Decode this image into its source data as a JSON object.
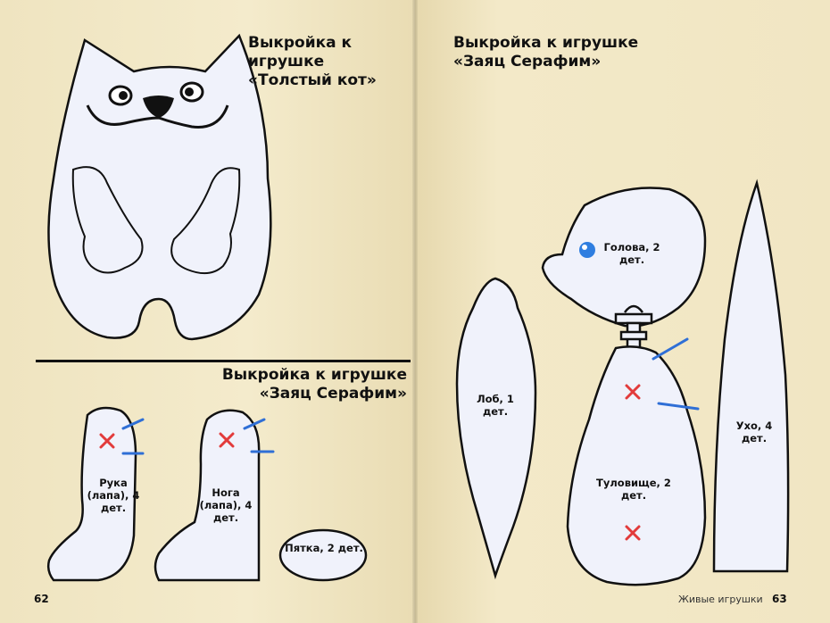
{
  "left_page": {
    "cat_title": "Выкройка к игрушке «Толстый кот»",
    "hare_title": "Выкройка к игрушке «Заяц Серафим»",
    "pieces": {
      "ruka": "Рука (лапа), 4 дет.",
      "noga": "Нога (лапа), 4 дет.",
      "pyatka": "Пятка, 2 дет."
    },
    "page_number": "62"
  },
  "right_page": {
    "hare_title": "Выкройка к игрушке «Заяц Серафим»",
    "pieces": {
      "lob": "Лоб, 1 дет.",
      "golova": "Голова, 2 дет.",
      "tulovishche": "Туловище, 2 дет.",
      "uho": "Ухо, 4 дет."
    },
    "footer": "Живые игрушки",
    "page_number": "63"
  },
  "colors": {
    "paper": "#f1e7c4",
    "pattern_fill": "#f0f2fb",
    "outline": "#111111",
    "marker_red": "#e23b3b",
    "marker_blue": "#2f6fd6",
    "eye_blue": "#2f7ee0"
  }
}
